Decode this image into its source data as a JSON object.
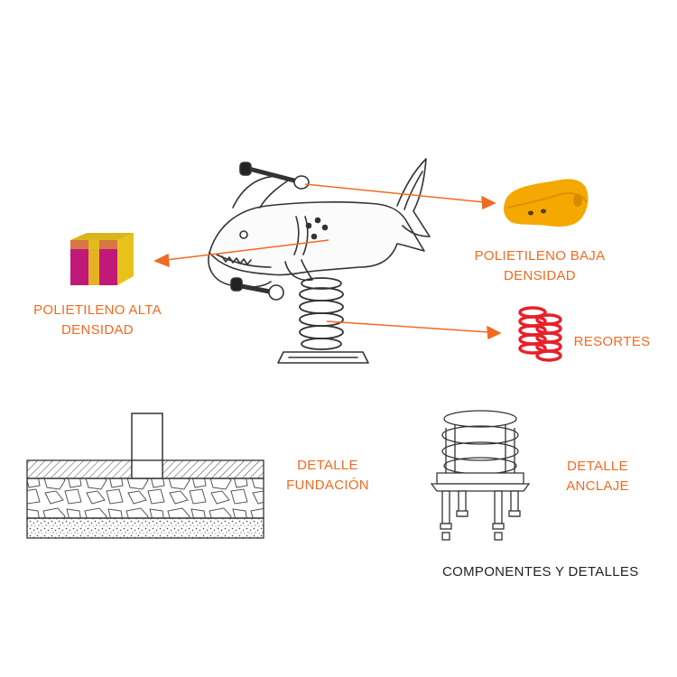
{
  "colors": {
    "accent": "#f26a21",
    "line": "#333333",
    "hdpe_side": "#e7c21a",
    "hdpe_face": "#c0197a",
    "ldpe": "#f5a800",
    "spring": "#e8202a"
  },
  "icons": {
    "hdpe_sample": "hdpe-block-icon",
    "ldpe_sample": "ldpe-part-icon",
    "spring_sample": "red-springs-icon"
  },
  "labels": {
    "hdpe": [
      "POLIETILENO ALTA",
      "DENSIDAD"
    ],
    "ldpe": [
      "POLIETILENO BAJA",
      "DENSIDAD"
    ],
    "springs": [
      "RESORTES"
    ],
    "foundation": [
      "DETALLE",
      "FUNDACIÓN"
    ],
    "anchor": [
      "DETALLE",
      "ANCLAJE"
    ]
  },
  "caption": "COMPONENTES Y DETALLES"
}
